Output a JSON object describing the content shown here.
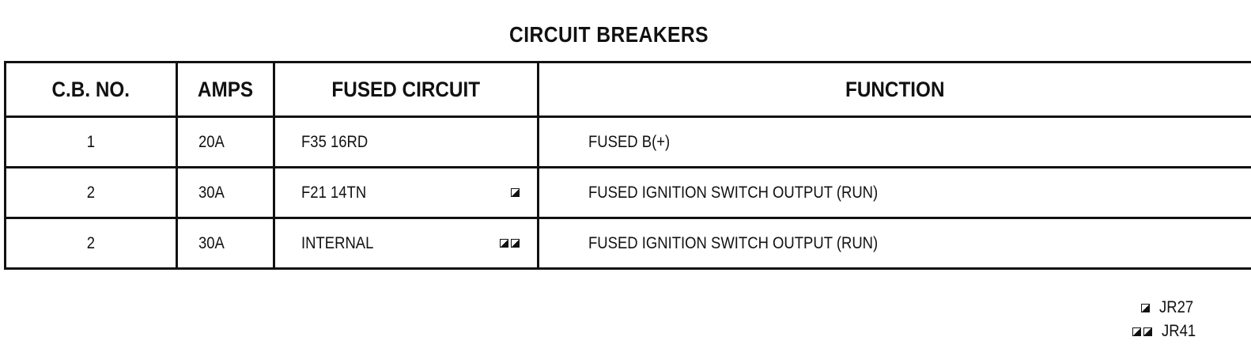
{
  "title": "CIRCUIT BREAKERS",
  "columns": {
    "cb_no": "C.B. NO.",
    "amps": "AMPS",
    "fused_circuit": "FUSED CIRCUIT",
    "function": "FUNCTION"
  },
  "rows": [
    {
      "cb_no": "1",
      "amps": "20A",
      "fused_circuit": "F35 16RD",
      "symbol": "",
      "function": "FUSED B(+)"
    },
    {
      "cb_no": "2",
      "amps": "30A",
      "fused_circuit": "F21 14TN",
      "symbol": "jr27-symbol",
      "function": "FUSED IGNITION SWITCH OUTPUT (RUN)"
    },
    {
      "cb_no": "2",
      "amps": "30A",
      "fused_circuit": "INTERNAL",
      "symbol": "jr41-symbol",
      "function": "FUSED IGNITION SWITCH OUTPUT (RUN)"
    }
  ],
  "legend": [
    {
      "symbol": "jr27-symbol",
      "label": "JR27"
    },
    {
      "symbol": "jr41-symbol",
      "label": "JR41"
    }
  ]
}
